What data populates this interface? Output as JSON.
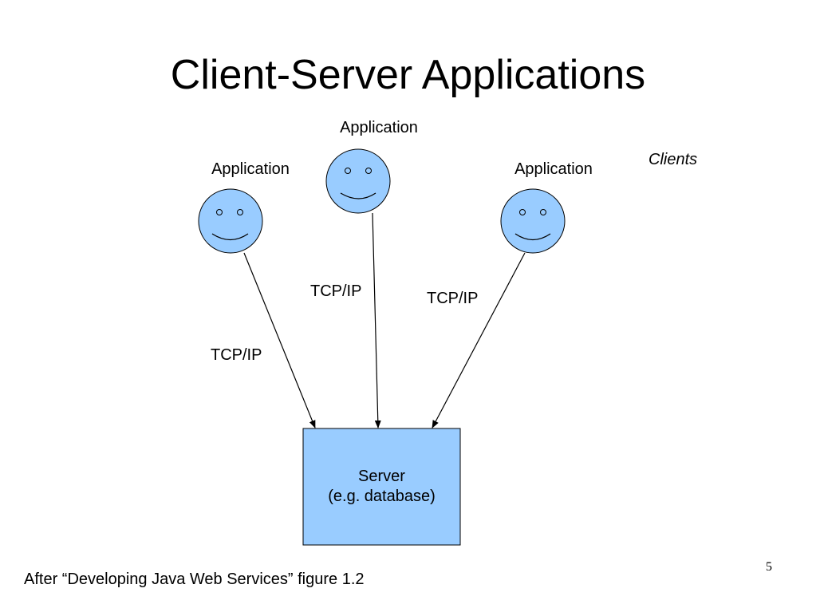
{
  "title": "Client-Server Applications",
  "clients_label": "Clients",
  "clients": [
    {
      "label": "Application",
      "protocol": "TCP/IP"
    },
    {
      "label": "Application",
      "protocol": "TCP/IP"
    },
    {
      "label": "Application",
      "protocol": "TCP/IP"
    }
  ],
  "server": {
    "line1": "Server",
    "line2": "(e.g. database)"
  },
  "caption": "After “Developing Java Web Services” figure 1.2",
  "page_number": "5",
  "colors": {
    "face_fill": "#99ccff",
    "server_fill": "#99ccff",
    "outline": "#000000"
  },
  "icons": [
    "smiley-face-icon",
    "smiley-face-icon",
    "smiley-face-icon"
  ]
}
